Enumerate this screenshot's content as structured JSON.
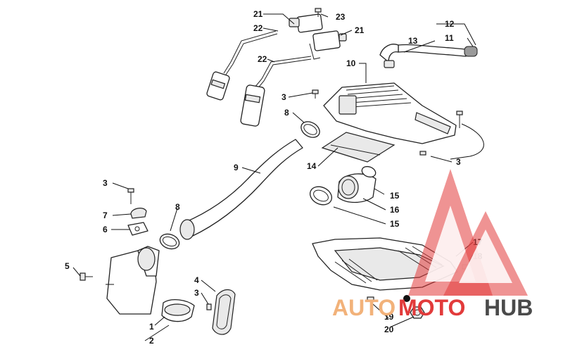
{
  "callouts": {
    "c21a": "21",
    "c23": "23",
    "c22a": "22",
    "c21b": "21",
    "c12": "12",
    "c13": "13",
    "c11": "11",
    "c22b": "22",
    "c10": "10",
    "c3a": "3",
    "c8a": "8",
    "c3b": "3",
    "c9": "9",
    "c14": "14",
    "c3c": "3",
    "c7": "7",
    "c8b": "8",
    "c15a": "15",
    "c6": "6",
    "c16": "16",
    "c15b": "15",
    "c5": "5",
    "c17": "17",
    "c18": "18",
    "c4": "4",
    "c3d": "3",
    "c19": "19",
    "c1": "1",
    "c2": "2",
    "c20": "20"
  },
  "watermark": {
    "word_auto": "AUTO",
    "word_moto": "MOTO",
    "word_hub": "HUB",
    "color_auto": "#f2b27a",
    "color_moto": "#e23b3b",
    "color_hub": "#4a4a4a"
  }
}
